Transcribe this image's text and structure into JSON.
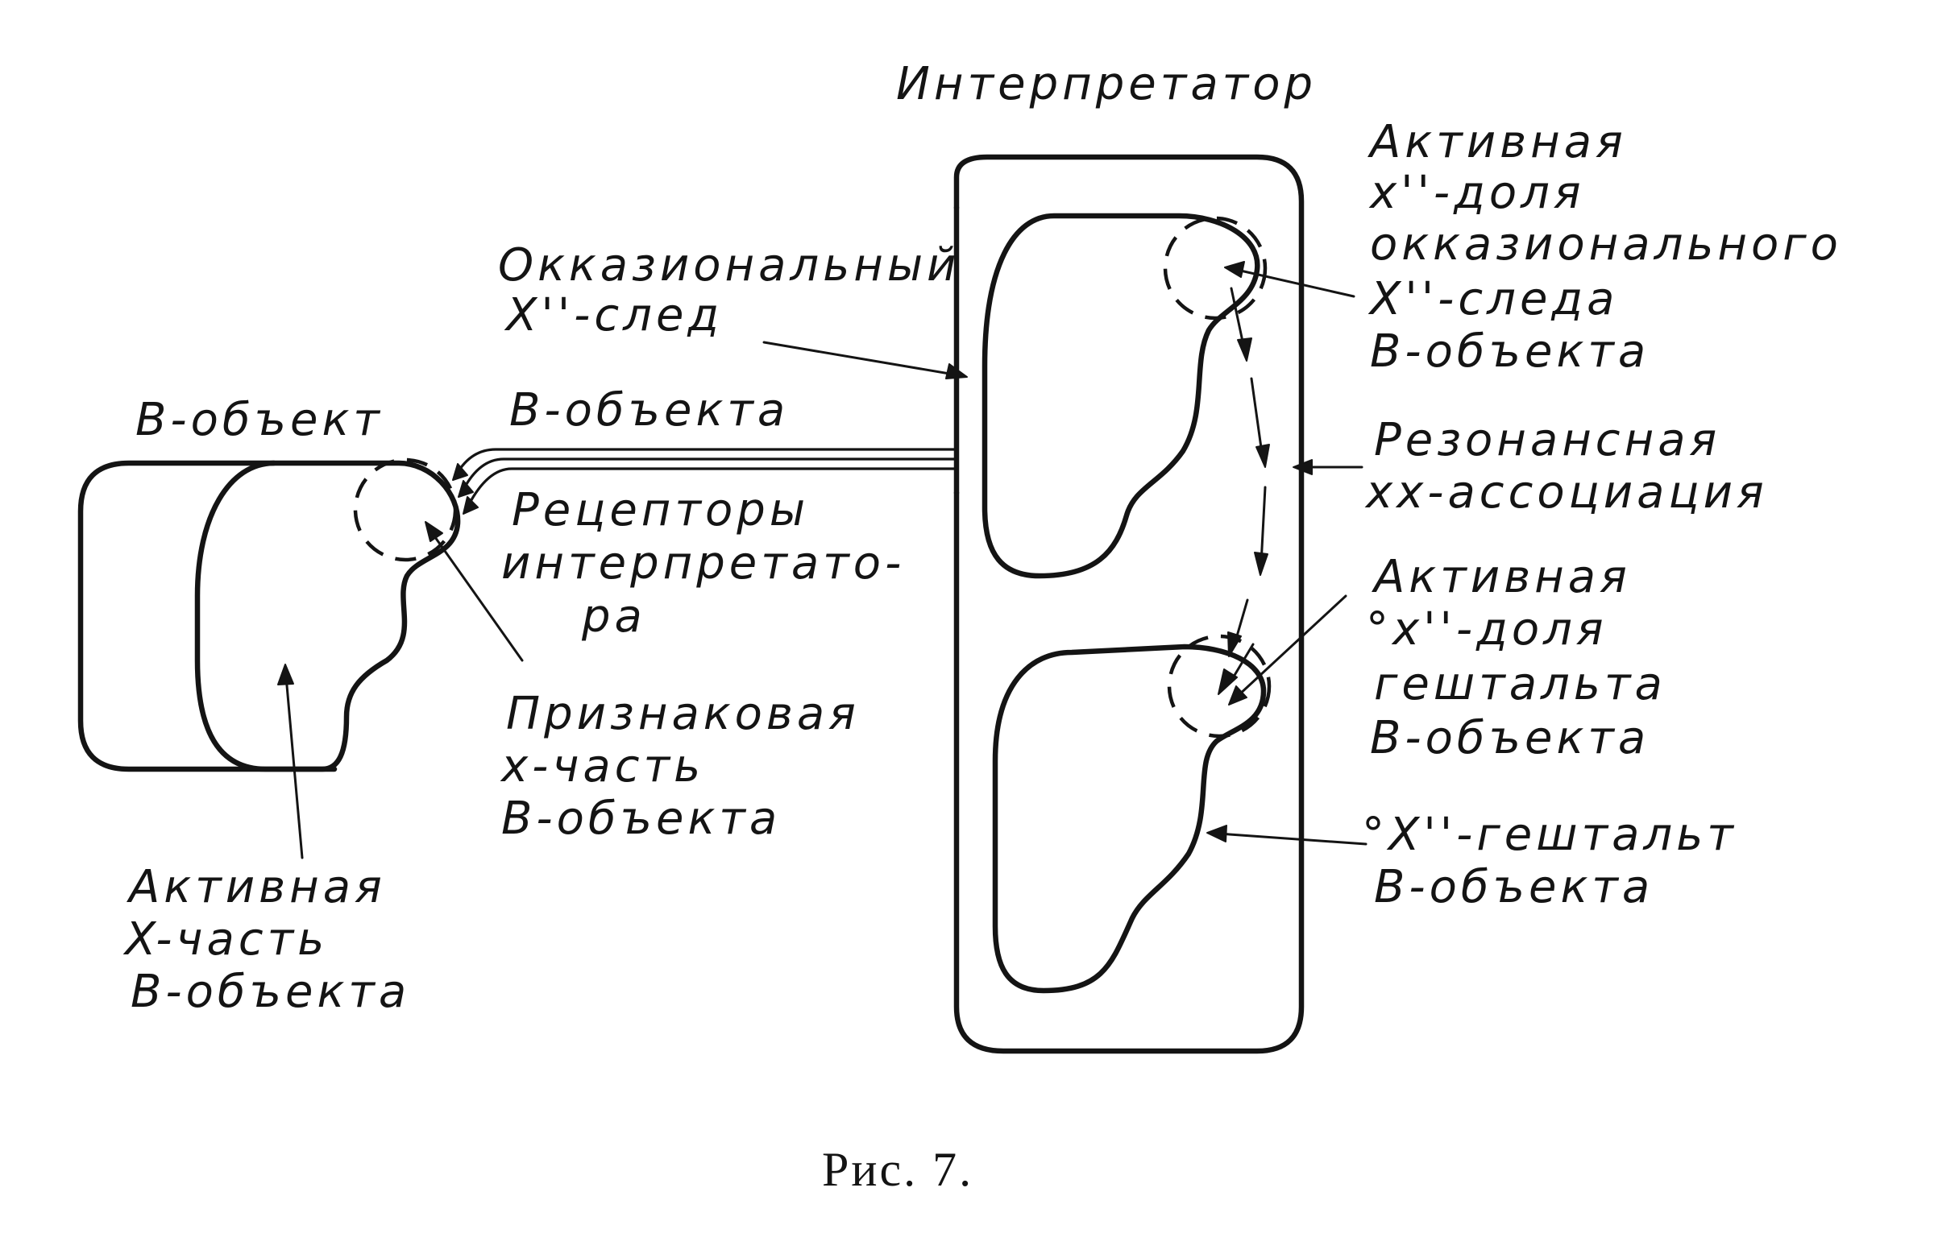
{
  "title": "Интерпретатор",
  "caption": "Рис. 7.",
  "labels": {
    "b_object": "В-объект",
    "signal_b_object": "В-объекта",
    "occasional_trace": [
      "Окказиональный",
      "X''-след"
    ],
    "receptors": [
      "Рецепторы",
      "интерпретато-",
      "ра"
    ],
    "sign_part": [
      "Признаковая",
      "x-часть",
      "В-объекта"
    ],
    "active_x_part": [
      "Активная",
      "X-часть",
      "В-объекта"
    ],
    "active_occasional_share": [
      "Активная",
      "x''-доля",
      "окказионального",
      "X''-следа",
      "В-объекта"
    ],
    "resonance_association": [
      "Резонансная",
      "xx-ассоциация"
    ],
    "active_gestalt_share": [
      "Активная",
      "°x''-доля",
      "гештальта",
      "В-объекта"
    ],
    "gestalt": [
      "°X''-гештальт",
      "В-объекта"
    ]
  }
}
